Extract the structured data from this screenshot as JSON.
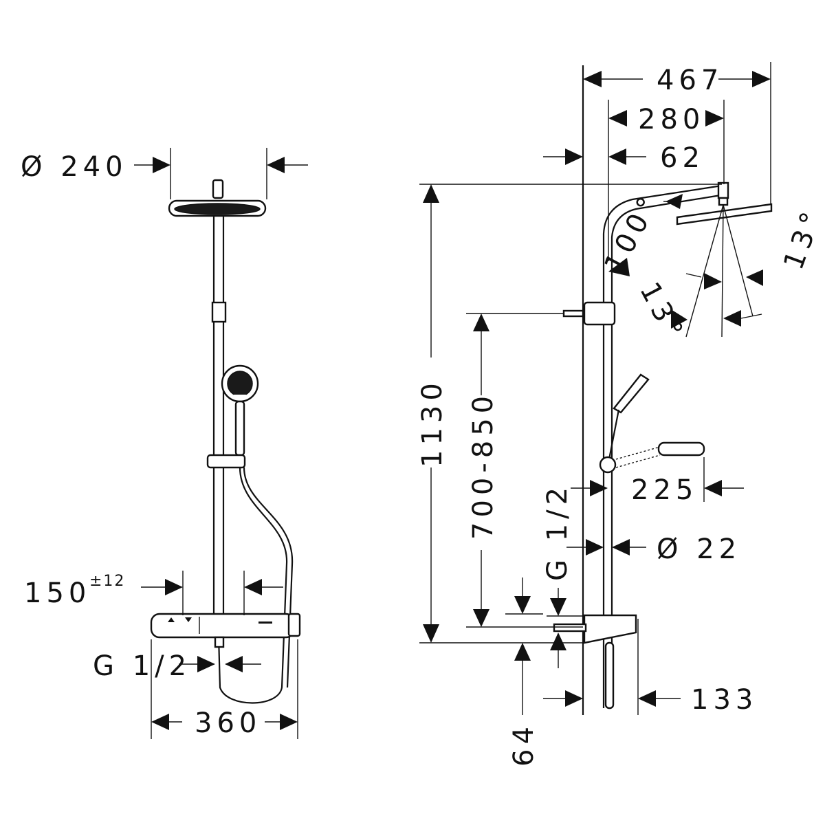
{
  "front_view": {
    "head_diameter": "Ø 240",
    "tolerance_base": "150",
    "tolerance_sup": "±12",
    "inlet_thread": "G 1/2",
    "width": "360"
  },
  "side_view": {
    "projection": "467",
    "arm_length": "280",
    "wall_offset": "62",
    "total_height": "1130",
    "bar_height_range": "700-850",
    "pivot_angle": "100°",
    "tilt_angle_left": "13°",
    "tilt_angle_right": "13°",
    "hand_shower_reach": "225",
    "pipe_diameter": "Ø 22",
    "inlet_thread": "G 1/2",
    "inlet_offset": "64",
    "thermostat_depth": "133"
  }
}
